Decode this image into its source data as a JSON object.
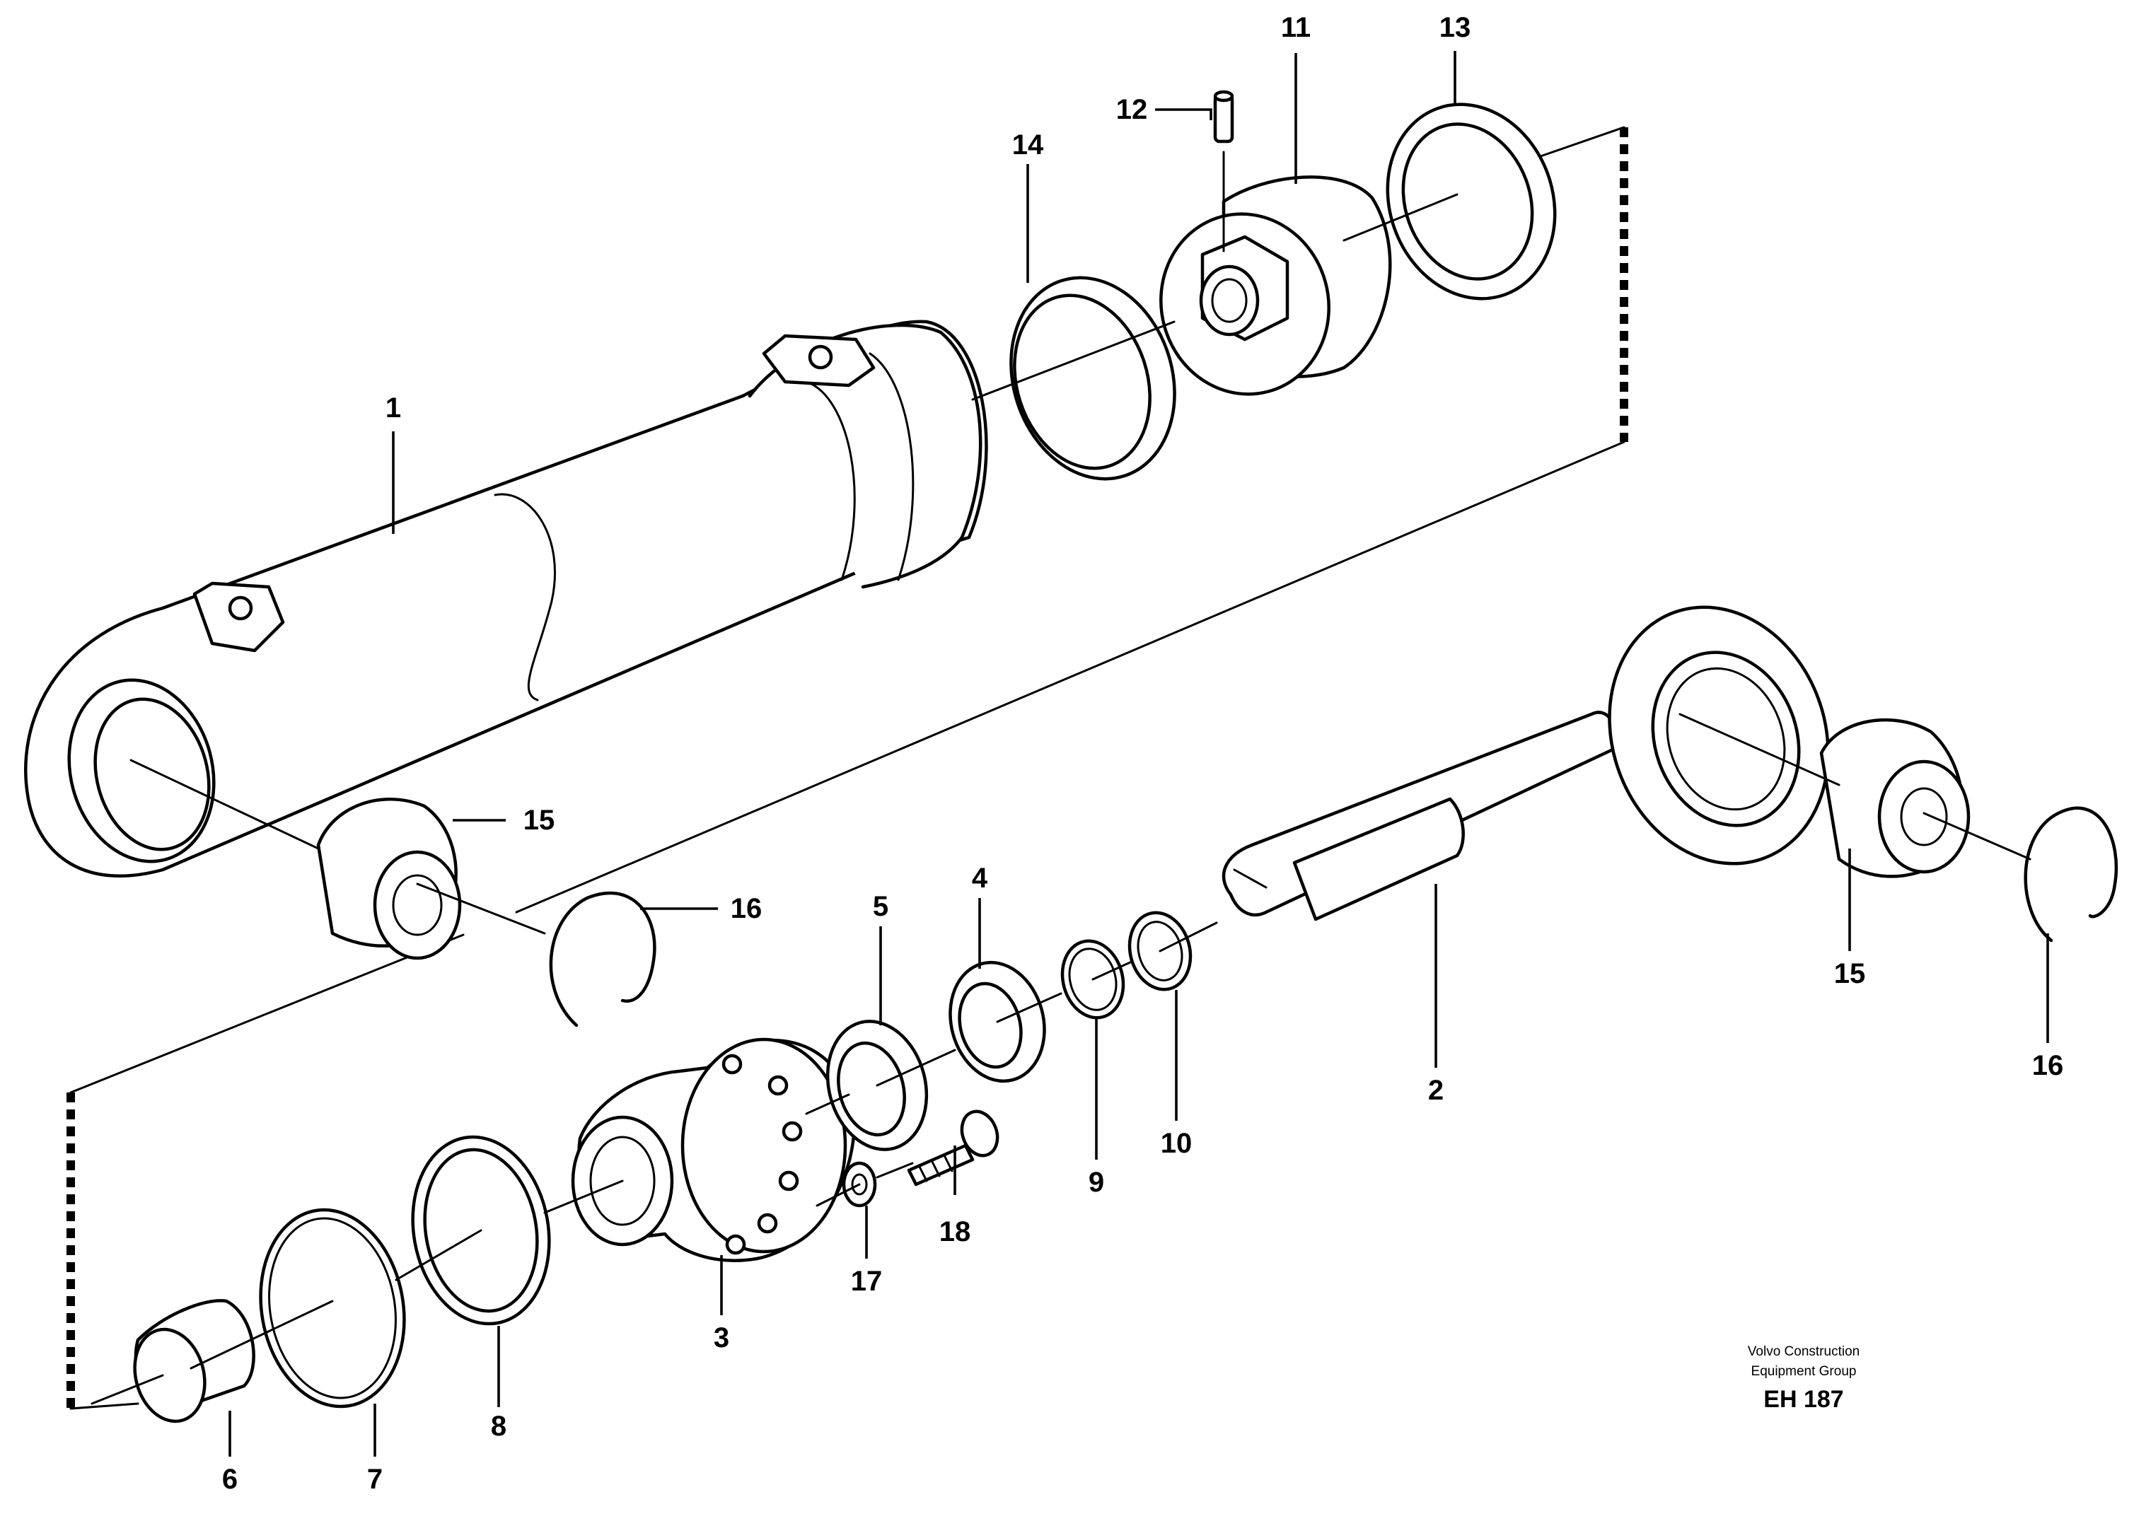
{
  "callouts": {
    "c1": "1",
    "c2": "2",
    "c3": "3",
    "c4": "4",
    "c5": "5",
    "c6": "6",
    "c7": "7",
    "c8": "8",
    "c9": "9",
    "c10": "10",
    "c11": "11",
    "c12": "12",
    "c13": "13",
    "c14": "14",
    "c15a": "15",
    "c15b": "15",
    "c16a": "16",
    "c16b": "16",
    "c17": "17",
    "c18": "18"
  },
  "footer": {
    "company_line1": "Volvo Construction",
    "company_line2": "Equipment Group",
    "drawing_code": "EH 187"
  }
}
